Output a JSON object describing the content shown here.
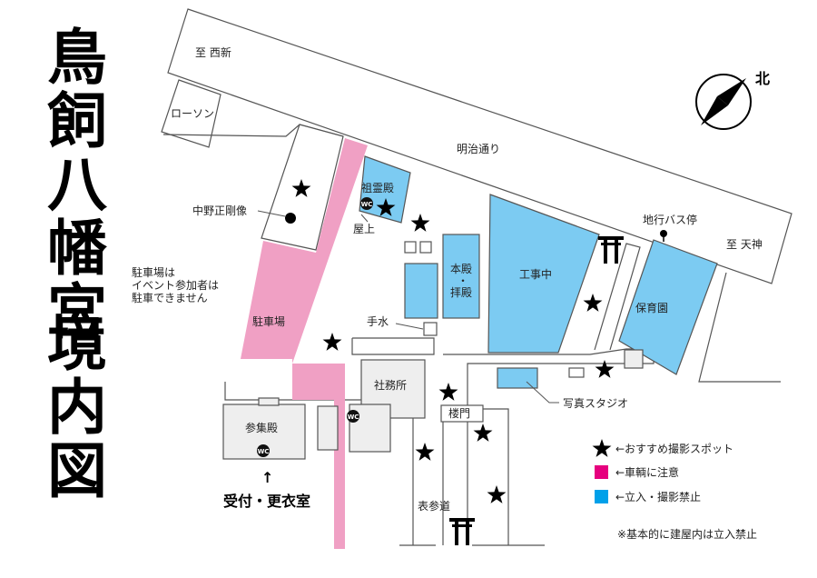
{
  "title": {
    "line1": [
      "鳥",
      "飼",
      "八",
      "幡",
      "宮"
    ],
    "line2": [
      "境",
      "内",
      "図"
    ]
  },
  "north_label": "北",
  "labels": {
    "nishishin": "至 西新",
    "lawson": "ローソン",
    "meiji_dori": "明治通り",
    "statue": "中野正剛像",
    "soreiden": "祖霊殿",
    "okujo": "屋上",
    "bus_stop": "地行バス停",
    "tenjin": "至 天神",
    "parking_note": [
      "駐車場は",
      "イベント参加者は",
      "駐車できません"
    ],
    "parking": "駐車場",
    "honden": [
      "本殿",
      "・",
      "拝殿"
    ],
    "construction": "工事中",
    "nursery": "保育園",
    "temizu": "手水",
    "shamusho": "社務所",
    "photo_studio": "写真スタジオ",
    "romon": "楼門",
    "sanshuden": "参集殿",
    "reception_arrow": "↑",
    "reception": "受付・更衣室",
    "omotesando": "表参道",
    "wc": "WC"
  },
  "legend": {
    "photo_spot": "←おすすめ撮影スポット",
    "vehicle": "←車輌に注意",
    "restricted": "←立入・撮影禁止",
    "note": "※基本的に建屋内は立入禁止"
  },
  "colors": {
    "restricted": "#7ccbf2",
    "vehicle": "#f0a0c4",
    "vehicle_legend": "#e6007e",
    "restricted_legend": "#00a0e9",
    "line": "#555555",
    "building": "#eeeeee"
  }
}
